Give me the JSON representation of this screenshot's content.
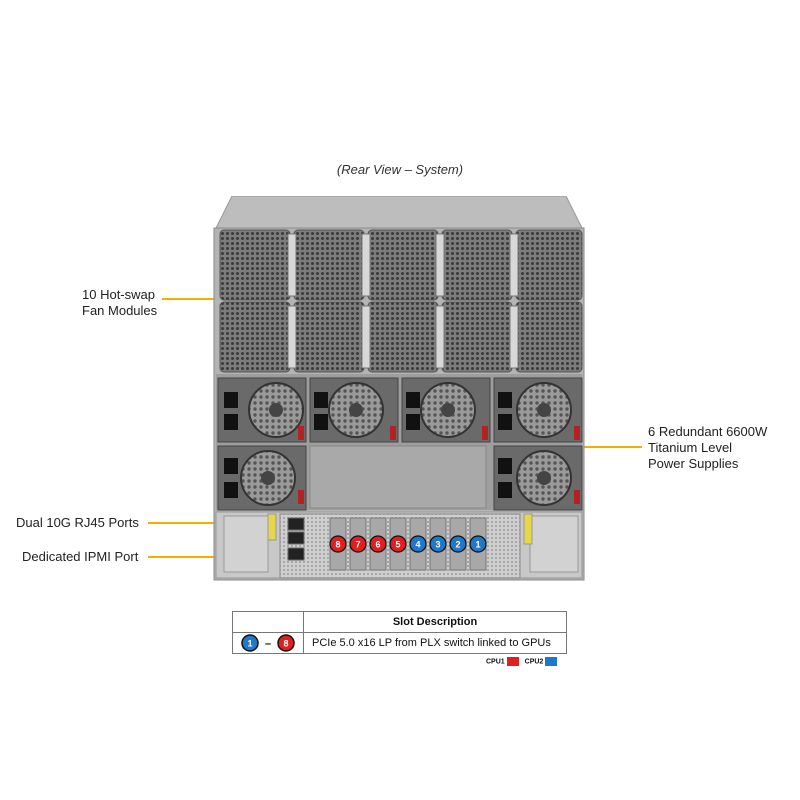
{
  "caption": "(Rear View – System)",
  "callouts": {
    "fans": [
      "10 Hot-swap",
      "Fan Modules"
    ],
    "psu": [
      "6 Redundant 6600W",
      "Titanium Level",
      "Power Supplies"
    ],
    "rj45": "Dual 10G RJ45 Ports",
    "ipmi": "Dedicated IPMI Port"
  },
  "slots": {
    "labels": [
      "8",
      "7",
      "6",
      "5",
      "4",
      "3",
      "2",
      "1"
    ],
    "cpu_assignment": [
      "CPU1",
      "CPU1",
      "CPU1",
      "CPU1",
      "CPU2",
      "CPU2",
      "CPU2",
      "CPU2"
    ]
  },
  "table": {
    "header": "Slot Description",
    "range_start": "1",
    "range_dash": "–",
    "range_end": "8",
    "description": "PCIe 5.0 x16 LP from PLX switch linked to GPUs"
  },
  "legend": [
    {
      "label": "CPU1",
      "color": "#e02020"
    },
    {
      "label": "CPU2",
      "color": "#1f78c8"
    }
  ],
  "colors": {
    "callout_line": "#f0b000",
    "cpu1": "#e02020",
    "cpu2": "#1f78c8"
  }
}
